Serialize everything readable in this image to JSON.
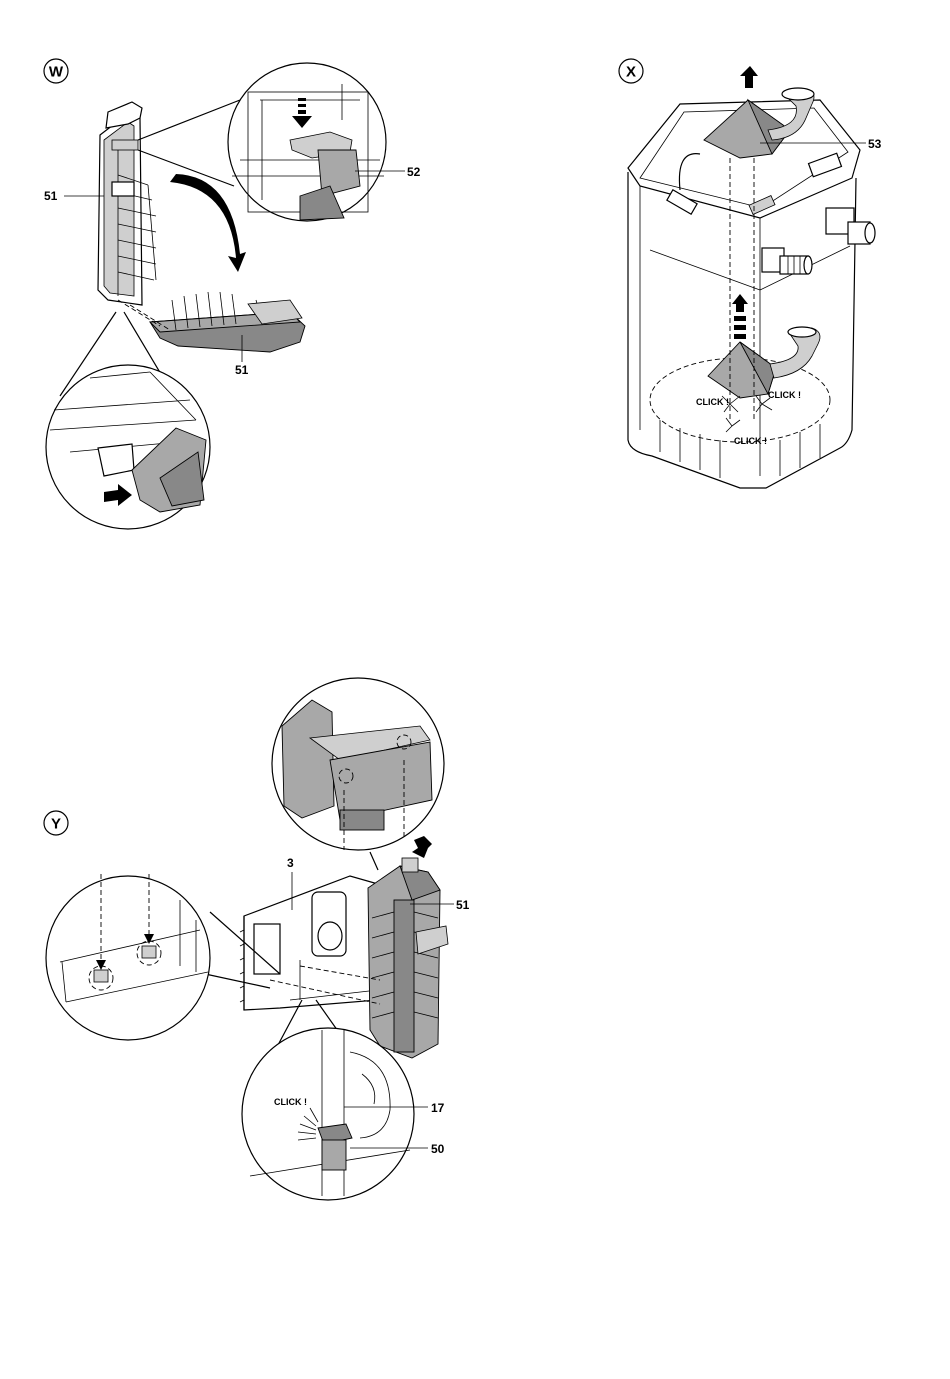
{
  "panels": {
    "w": {
      "badge": "W",
      "labels": {
        "part_51_top": "51",
        "part_51_bottom": "51",
        "part_52": "52"
      }
    },
    "x": {
      "badge": "X",
      "labels": {
        "part_53": "53",
        "click_left": "CLICK !",
        "click_right": "CLICK !",
        "click_bottom": "CLICK !"
      }
    },
    "y": {
      "badge": "Y",
      "labels": {
        "part_3": "3",
        "part_51": "51",
        "part_17": "17",
        "part_50": "50",
        "click": "CLICK !"
      }
    }
  }
}
